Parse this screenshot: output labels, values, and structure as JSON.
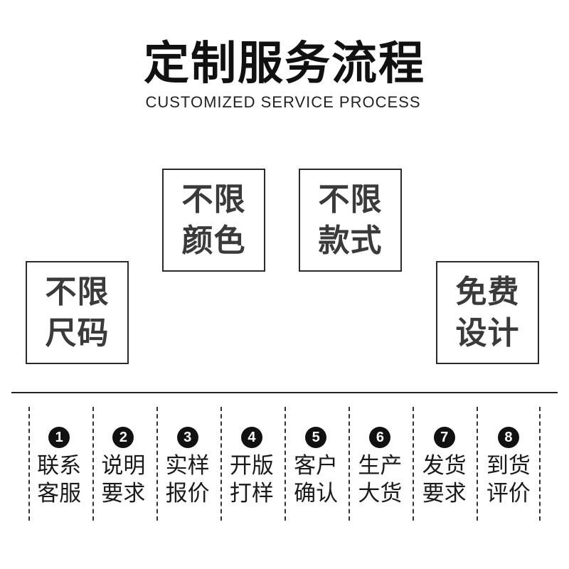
{
  "header": {
    "title": "定制服务流程",
    "subtitle": "CUSTOMIZED SERVICE PROCESS"
  },
  "features": [
    {
      "line1": "不限",
      "line2": "尺码"
    },
    {
      "line1": "不限",
      "line2": "颜色"
    },
    {
      "line1": "不限",
      "line2": "款式"
    },
    {
      "line1": "免费",
      "line2": "设计"
    }
  ],
  "steps": [
    {
      "number": "1",
      "line1": "联系",
      "line2": "客服"
    },
    {
      "number": "2",
      "line1": "说明",
      "line2": "要求"
    },
    {
      "number": "3",
      "line1": "实样",
      "line2": "报价"
    },
    {
      "number": "4",
      "line1": "开版",
      "line2": "打样"
    },
    {
      "number": "5",
      "line1": "客户",
      "line2": "确认"
    },
    {
      "number": "6",
      "line1": "生产",
      "line2": "大货"
    },
    {
      "number": "7",
      "line1": "发货",
      "line2": "要求"
    },
    {
      "number": "8",
      "line1": "到货",
      "line2": "评价"
    }
  ]
}
